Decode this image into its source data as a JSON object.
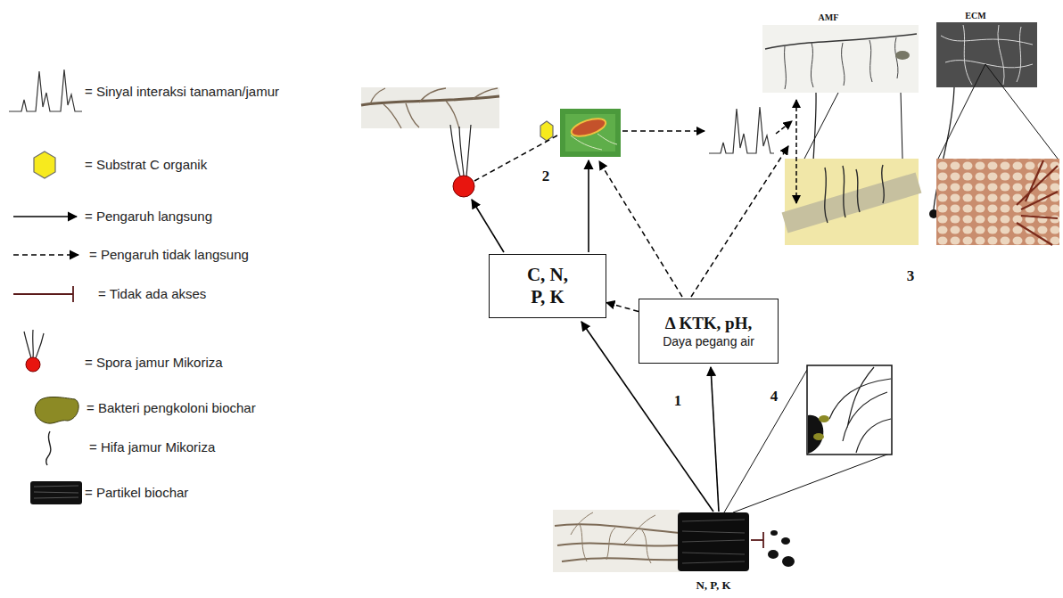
{
  "diagram": {
    "nodes": [
      {
        "text": [
          "C, N, P, K"
        ]
      },
      {
        "text": [
          "Δ KTK, pH,",
          "Daya pegang air"
        ]
      }
    ],
    "edges": [
      {
        "from": 1,
        "to": 0,
        "arrow": "to"
      }
    ],
    "labels": [
      "AMF",
      "ECM",
      "2",
      "3",
      "1",
      "4",
      "N, P, K"
    ],
    "legend": [
      {
        "text": "= Sinyal interaksi tanaman/jamur"
      },
      {
        "text": "= Substrat C organik"
      },
      {
        "text": "= Pengaruh langsung"
      },
      {
        "text": "= Pengaruh tidak langsung"
      },
      {
        "text": "= Tidak ada akses"
      },
      {
        "text": "= Spora jamur Mikoriza"
      },
      {
        "text": "= Bakteri pengkoloni biochar"
      },
      {
        "text": "= Hifa jamur Mikoriza"
      },
      {
        "text": "= Partikel biochar"
      }
    ]
  }
}
